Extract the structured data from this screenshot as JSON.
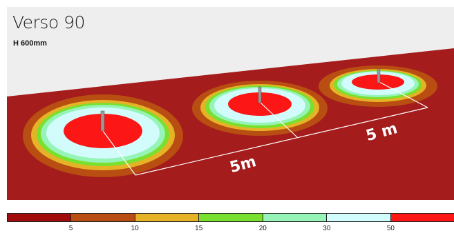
{
  "header": {
    "title": "Verso 90",
    "subtitle": "H 600mm"
  },
  "distances": [
    {
      "label": "5m"
    },
    {
      "label": "5 m"
    }
  ],
  "colors": {
    "ground": "#a51c1c",
    "ground_back": "#9a1818",
    "sky": "#eeeeee",
    "bollard": "#9a9a9a",
    "guide_lines": "#ffffff"
  },
  "scale": {
    "colors": [
      "#a00c0c",
      "#b84e12",
      "#e6b326",
      "#7ae030",
      "#96f4b8",
      "#d2fcfc",
      "#fc1616"
    ],
    "ticks": [
      "5",
      "10",
      "15",
      "20",
      "30",
      "50"
    ]
  },
  "pools": [
    {
      "name": "pool-left"
    },
    {
      "name": "pool-middle"
    },
    {
      "name": "pool-right"
    }
  ]
}
